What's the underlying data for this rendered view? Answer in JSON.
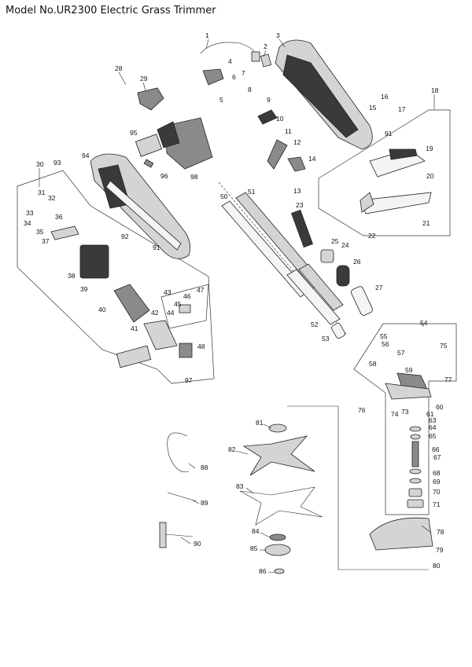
{
  "page": {
    "title": "Model No.UR2300 Electric Grass Trimmer"
  },
  "callouts": [
    "1",
    "2",
    "3",
    "4",
    "5",
    "6",
    "7",
    "8",
    "9",
    "10",
    "11",
    "12",
    "13",
    "14",
    "15",
    "16",
    "17",
    "18",
    "19",
    "20",
    "21",
    "22",
    "23",
    "24",
    "25",
    "26",
    "27",
    "28",
    "29",
    "30",
    "31",
    "32",
    "33",
    "34",
    "35",
    "36",
    "37",
    "38",
    "39",
    "40",
    "41",
    "42",
    "43",
    "44",
    "45",
    "46",
    "47",
    "48",
    "50",
    "51",
    "52",
    "53",
    "54",
    "55",
    "56",
    "57",
    "58",
    "59",
    "60",
    "61",
    "63",
    "64",
    "65",
    "66",
    "67",
    "68",
    "69",
    "70",
    "71",
    "73",
    "74",
    "75",
    "76",
    "77",
    "78",
    "79",
    "80",
    "81",
    "82",
    "83",
    "84",
    "85",
    "86",
    "88",
    "89",
    "90",
    "91",
    "92",
    "93",
    "94",
    "95",
    "96",
    "97",
    "98"
  ],
  "colors": {
    "line": "#222222",
    "part_dark": "#3a3a3a",
    "part_mid": "#8a8a8a",
    "part_light": "#d4d4d4"
  }
}
